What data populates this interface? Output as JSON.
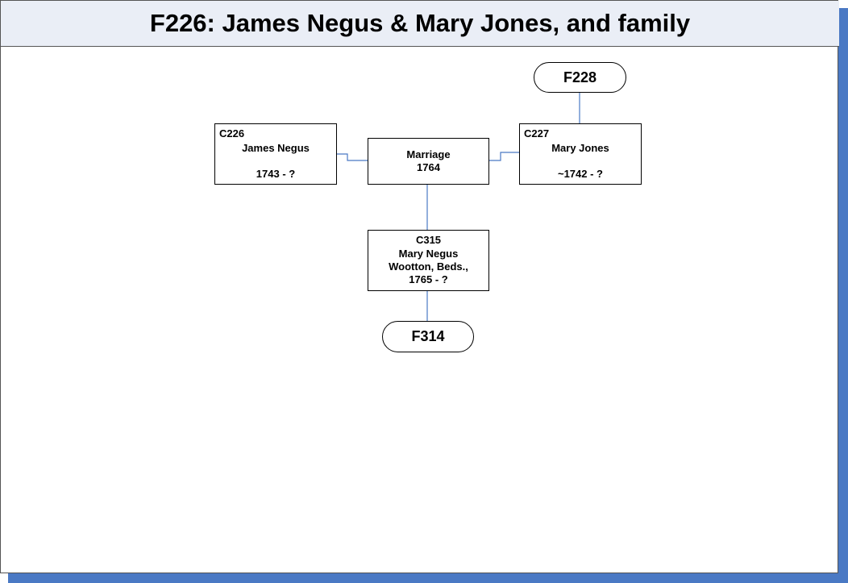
{
  "title": "F226: James Negus & Mary Jones, and family",
  "families": {
    "parent_family": "F228",
    "child_family": "F314"
  },
  "persons": {
    "husband": {
      "id": "C226",
      "name": "James Negus",
      "dates": "1743 - ?"
    },
    "wife": {
      "id": "C227",
      "name": "Mary Jones",
      "dates": "~1742 - ?"
    },
    "child": {
      "id": "C315",
      "name": "Mary Negus",
      "place": "Wootton, Beds.,",
      "dates": "1765 - ?"
    }
  },
  "marriage": {
    "label": "Marriage",
    "year": "1764"
  },
  "colors": {
    "connector": "#4a79c4",
    "shadow": "#4a79c4",
    "header_bg": "#eaeef6"
  }
}
